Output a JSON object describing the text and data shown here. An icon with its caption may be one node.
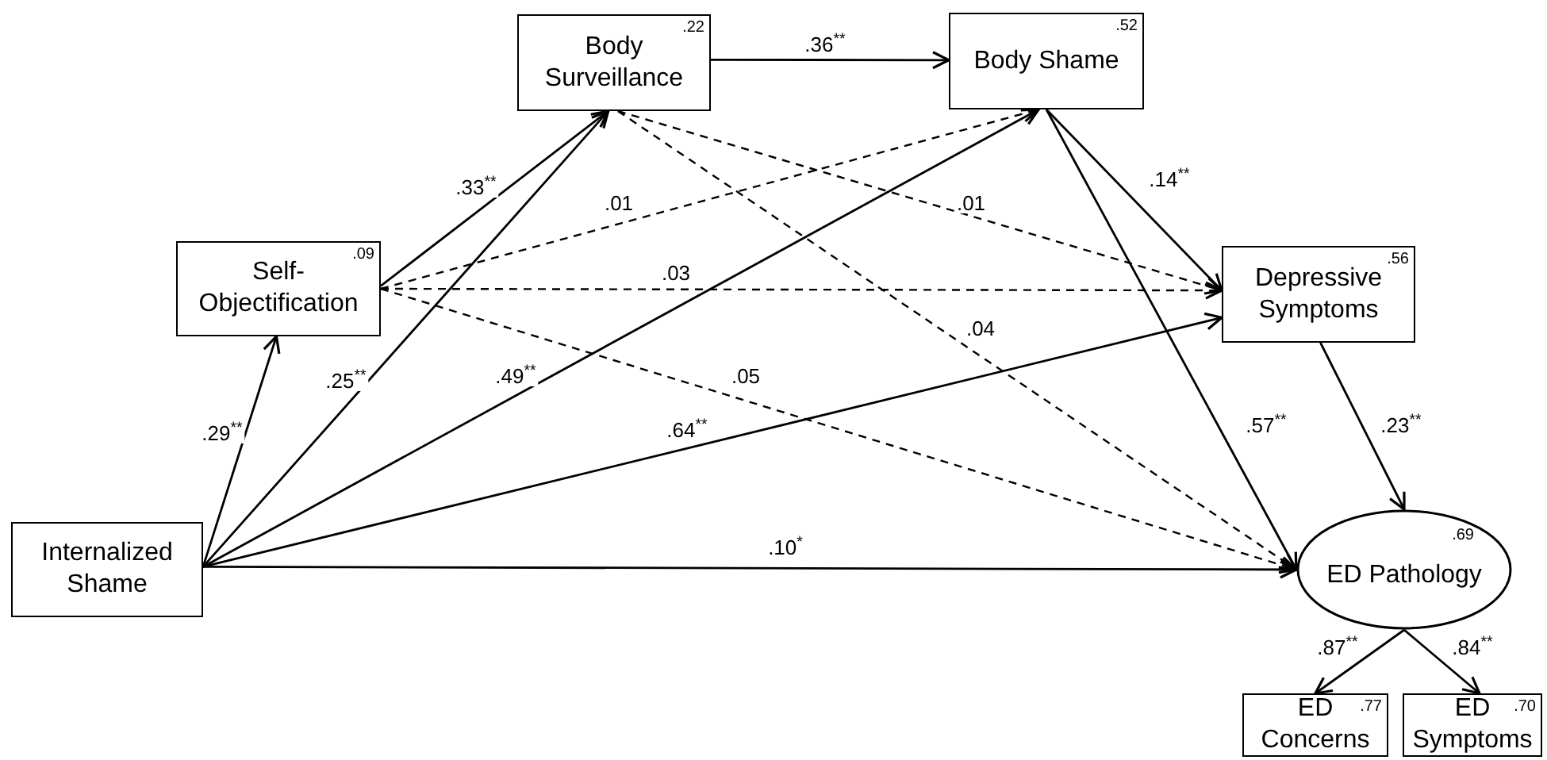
{
  "diagram": {
    "nodes": [
      {
        "text": [
          "Internalized Shame"
        ]
      },
      {
        "text": [
          ".09",
          "Self-Objectification"
        ]
      },
      {
        "text": [
          ".22",
          "Body Surveillance"
        ]
      },
      {
        "text": [
          ".52",
          "Body Shame"
        ]
      },
      {
        "text": [
          ".56",
          "Depressive Symptoms"
        ]
      },
      {
        "text": [
          ".69",
          "ED Pathology"
        ]
      },
      {
        "text": [
          ".77",
          "ED Concerns"
        ]
      },
      {
        "text": [
          ".70",
          "ED Symptoms"
        ]
      }
    ],
    "edges": [
      {
        "from": 0,
        "to": 1,
        "arrow": "to",
        "label": ".29$^{**}$"
      },
      {
        "from": 0,
        "to": 2,
        "arrow": "to",
        "label": ".25$^{**}$"
      },
      {
        "from": 1,
        "to": 2,
        "arrow": "to",
        "label": ".33$^{**}$"
      },
      {
        "from": 2,
        "to": 3,
        "arrow": "to",
        "label": ".36$^{**}$"
      },
      {
        "from": 1,
        "to": 3,
        "arrow": "to",
        "label": ".01",
        "style": "dashed"
      },
      {
        "from": 1,
        "to": 4,
        "arrow": "to",
        "label": ".03",
        "style": "dashed"
      },
      {
        "from": 1,
        "to": 5,
        "arrow": "to",
        "label": ".05",
        "style": "dashed"
      },
      {
        "from": 2,
        "to": 4,
        "arrow": "to",
        "label": ".01",
        "style": "dashed"
      },
      {
        "from": 2,
        "to": 5,
        "arrow": "to",
        "label": ".04",
        "style": "dashed"
      },
      {
        "from": 0,
        "to": 3,
        "arrow": "to",
        "label": ".49$^{**}$"
      },
      {
        "from": 0,
        "to": 4,
        "arrow": "to",
        "label": ".64$^{**}$"
      },
      {
        "from": 0,
        "to": 5,
        "arrow": "to",
        "label": ".10$^{*}$"
      },
      {
        "from": 3,
        "to": 4,
        "arrow": "to",
        "label": ".14$^{**}$"
      },
      {
        "from": 3,
        "to": 5,
        "arrow": "to",
        "label": ".57$^{**}$"
      },
      {
        "from": 4,
        "to": 5,
        "arrow": "to",
        "label": ".23$^{**}$"
      },
      {
        "from": 5,
        "to": 6,
        "arrow": "to",
        "label": ".87$^{**}$"
      },
      {
        "from": 5,
        "to": 7,
        "arrow": "to",
        "label": ".84$^{**}$"
      }
    ]
  }
}
